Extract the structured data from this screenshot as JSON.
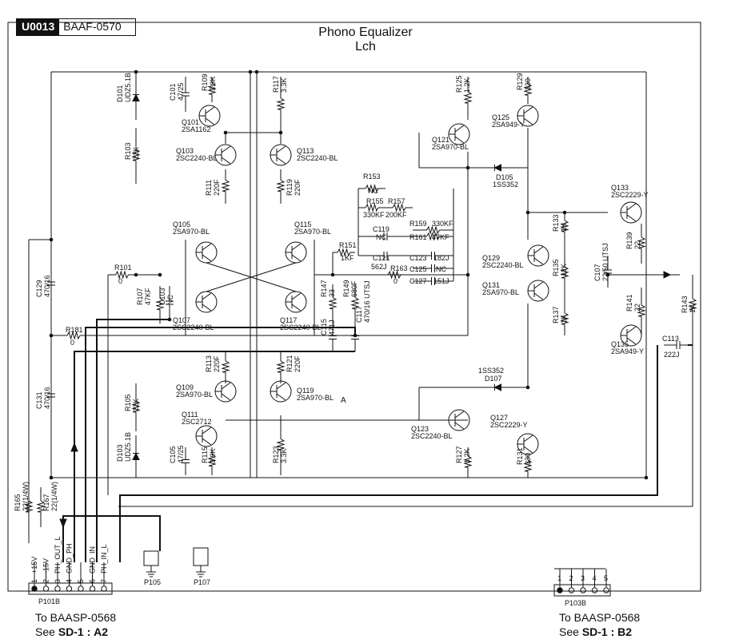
{
  "header": {
    "unit_id": "U0013",
    "board_code": "BAAF-0570"
  },
  "title": {
    "line1": "Phono Equalizer",
    "line2": "Lch"
  },
  "connectors": {
    "p101b": {
      "label": "P101B",
      "pins": [
        {
          "num": "1",
          "name": "+15V"
        },
        {
          "num": "2",
          "name": "-15V"
        },
        {
          "num": "3",
          "name": "PH_OUT_L"
        },
        {
          "num": "4",
          "name": "GND_PH"
        },
        {
          "num": "5",
          "name": ""
        },
        {
          "num": "6",
          "name": "GND_IN"
        },
        {
          "num": "7",
          "name": "PH_IN_L"
        }
      ],
      "to": "To BAASP-0568",
      "see_prefix": "See",
      "see_sheet": "SD-1",
      "see_sep": ":",
      "see_grid": "A2"
    },
    "p103b": {
      "label": "P103B",
      "pins": [
        "1",
        "2",
        "3",
        "4",
        "5"
      ],
      "to": "To BAASP-0568",
      "see_prefix": "See",
      "see_sheet": "SD-1",
      "see_sep": ":",
      "see_grid": "B2"
    },
    "p105": {
      "label": "P105"
    },
    "p107": {
      "label": "P107"
    }
  },
  "transistors": [
    {
      "ref": "Q101",
      "part": "2SA1162"
    },
    {
      "ref": "Q103",
      "part": "2SC2240-BL"
    },
    {
      "ref": "Q113",
      "part": "2SC2240-BL"
    },
    {
      "ref": "Q105",
      "part": "2SA970-BL"
    },
    {
      "ref": "Q115",
      "part": "2SA970-BL"
    },
    {
      "ref": "Q107",
      "part": "2SC2240-BL"
    },
    {
      "ref": "Q117",
      "part": "2SC2240-BL"
    },
    {
      "ref": "Q109",
      "part": "2SA970-BL"
    },
    {
      "ref": "Q119",
      "part": "2SA970-BL"
    },
    {
      "ref": "Q111",
      "part": "2SC2712"
    },
    {
      "ref": "Q121",
      "part": "2SA970-BL"
    },
    {
      "ref": "Q125",
      "part": "2SA949-Y"
    },
    {
      "ref": "Q129",
      "part": "2SC2240-BL"
    },
    {
      "ref": "Q131",
      "part": "2SA970-BL"
    },
    {
      "ref": "Q123",
      "part": "2SC2240-BL"
    },
    {
      "ref": "Q127",
      "part": "2SC2229-Y"
    },
    {
      "ref": "Q133",
      "part": "2SC2229-Y"
    },
    {
      "ref": "Q135",
      "part": "2SA949-Y"
    }
  ],
  "resistors": [
    {
      "ref": "R109",
      "value": "3.9K"
    },
    {
      "ref": "R117",
      "value": "3.3K"
    },
    {
      "ref": "R103",
      "value": "22K"
    },
    {
      "ref": "R111",
      "value": "220F"
    },
    {
      "ref": "R119",
      "value": "220F"
    },
    {
      "ref": "R101",
      "value": "0"
    },
    {
      "ref": "R107",
      "value": "47KF"
    },
    {
      "ref": "R181",
      "value": "0"
    },
    {
      "ref": "R151",
      "value": "1KF"
    },
    {
      "ref": "R147",
      "value": "33"
    },
    {
      "ref": "R149",
      "value": "680F"
    },
    {
      "ref": "R113",
      "value": "220F"
    },
    {
      "ref": "R121",
      "value": "220F"
    },
    {
      "ref": "R105",
      "value": "22K"
    },
    {
      "ref": "R115",
      "value": "3.9K"
    },
    {
      "ref": "R123",
      "value": "3.3K"
    },
    {
      "ref": "R153",
      "value": "NC"
    },
    {
      "ref": "R155",
      "value": "330KF"
    },
    {
      "ref": "R157",
      "value": "200KF"
    },
    {
      "ref": "R159",
      "value": "330KF"
    },
    {
      "ref": "R161",
      "value": "47KF"
    },
    {
      "ref": "R163",
      "value": "0"
    },
    {
      "ref": "R125",
      "value": "1.2K"
    },
    {
      "ref": "R129",
      "value": "330"
    },
    {
      "ref": "R133",
      "value": "1K"
    },
    {
      "ref": "R135",
      "value": "12K"
    },
    {
      "ref": "R137",
      "value": "1K"
    },
    {
      "ref": "R139",
      "value": "22"
    },
    {
      "ref": "R141",
      "value": "22"
    },
    {
      "ref": "R143",
      "value": "1K"
    },
    {
      "ref": "R127",
      "value": "1.2K"
    },
    {
      "ref": "R131",
      "value": "330"
    },
    {
      "ref": "R165",
      "value": "22(1/4W)"
    },
    {
      "ref": "R167",
      "value": "22(1/4W)"
    }
  ],
  "capacitors": [
    {
      "ref": "C101",
      "value": "47/25"
    },
    {
      "ref": "C103",
      "value": "NC"
    },
    {
      "ref": "C105",
      "value": "47/25"
    },
    {
      "ref": "C115",
      "value": "471J"
    },
    {
      "ref": "C117",
      "value": "470/16 UTSJ"
    },
    {
      "ref": "C119",
      "value": "NC"
    },
    {
      "ref": "C121",
      "value": "562J"
    },
    {
      "ref": "C123",
      "value": "182J"
    },
    {
      "ref": "C125",
      "value": "NC"
    },
    {
      "ref": "C127",
      "value": "151J"
    },
    {
      "ref": "C107",
      "value": "22/50 UTSJ"
    },
    {
      "ref": "C113",
      "value": "222J"
    },
    {
      "ref": "C129",
      "value": "470/16"
    },
    {
      "ref": "C131",
      "value": "470/16"
    }
  ],
  "diodes": [
    {
      "ref": "D101",
      "part": "UDZ5.1B"
    },
    {
      "ref": "D103",
      "part": "UDZ5.1B"
    },
    {
      "ref": "D105",
      "part": "1SS352"
    },
    {
      "ref": "D107",
      "part": "1SS352"
    }
  ],
  "colors": {
    "ink": "#111111",
    "paper": "#ffffff"
  }
}
